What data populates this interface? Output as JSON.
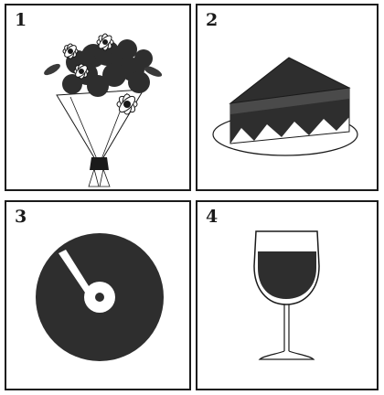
{
  "panels": [
    {
      "number": "1",
      "icon": "flower-bouquet-icon"
    },
    {
      "number": "2",
      "icon": "cake-slice-icon"
    },
    {
      "number": "3",
      "icon": "vinyl-record-icon"
    },
    {
      "number": "4",
      "icon": "wine-glass-icon"
    }
  ],
  "colors": {
    "ink": "#1a1a1a",
    "dark_fill": "#2e2e2e",
    "paper": "#ffffff"
  }
}
